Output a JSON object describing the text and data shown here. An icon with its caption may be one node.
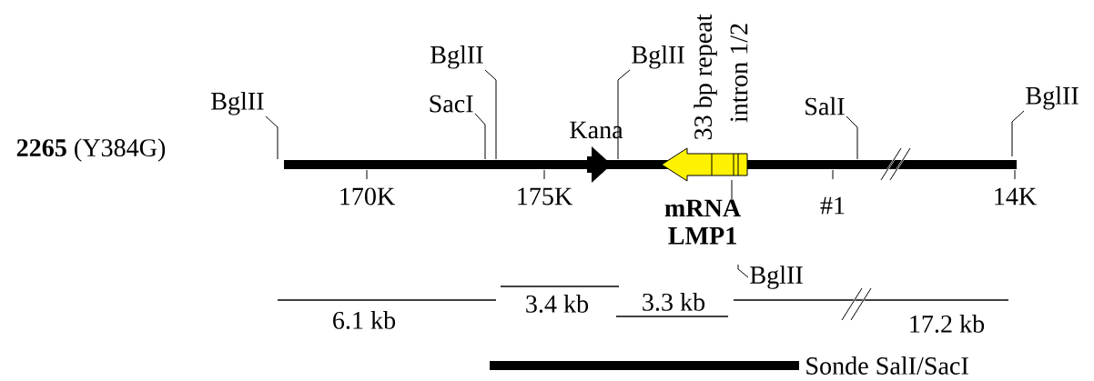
{
  "diagram": {
    "nodes": [
      {
        "text": [
          "BglII"
        ]
      },
      {
        "text": [
          "SacI"
        ]
      },
      {
        "text": [
          "BglII"
        ]
      },
      {
        "text": [
          "BglII"
        ]
      },
      {
        "text": [
          "SalI"
        ]
      },
      {
        "text": [
          "BglII"
        ]
      },
      {
        "text": [
          "mRNA LMP1"
        ]
      },
      {
        "text": [
          "BglII"
        ]
      }
    ],
    "edges": [
      {
        "from": 0,
        "to": null,
        "arrow": "none"
      },
      {
        "from": 1,
        "to": null,
        "arrow": "none"
      },
      {
        "from": 2,
        "to": null,
        "arrow": "none"
      },
      {
        "from": 3,
        "to": null,
        "arrow": "none"
      },
      {
        "from": 4,
        "to": null,
        "arrow": "none"
      },
      {
        "from": 5,
        "to": null,
        "arrow": "none"
      },
      {
        "from": 6,
        "to": null,
        "arrow": "none"
      },
      {
        "from": 7,
        "to": null,
        "arrow": "none"
      }
    ],
    "labels": [
      "**2265** (Y384G)",
      "Kana",
      "33 bp repeat",
      "intron 1/2",
      "170K",
      "175K",
      "#1",
      "14K",
      "6.1 kb",
      "3.4 kb",
      "3.3 kb",
      "17.2 kb",
      "Sonde SalI/SacI"
    ]
  }
}
